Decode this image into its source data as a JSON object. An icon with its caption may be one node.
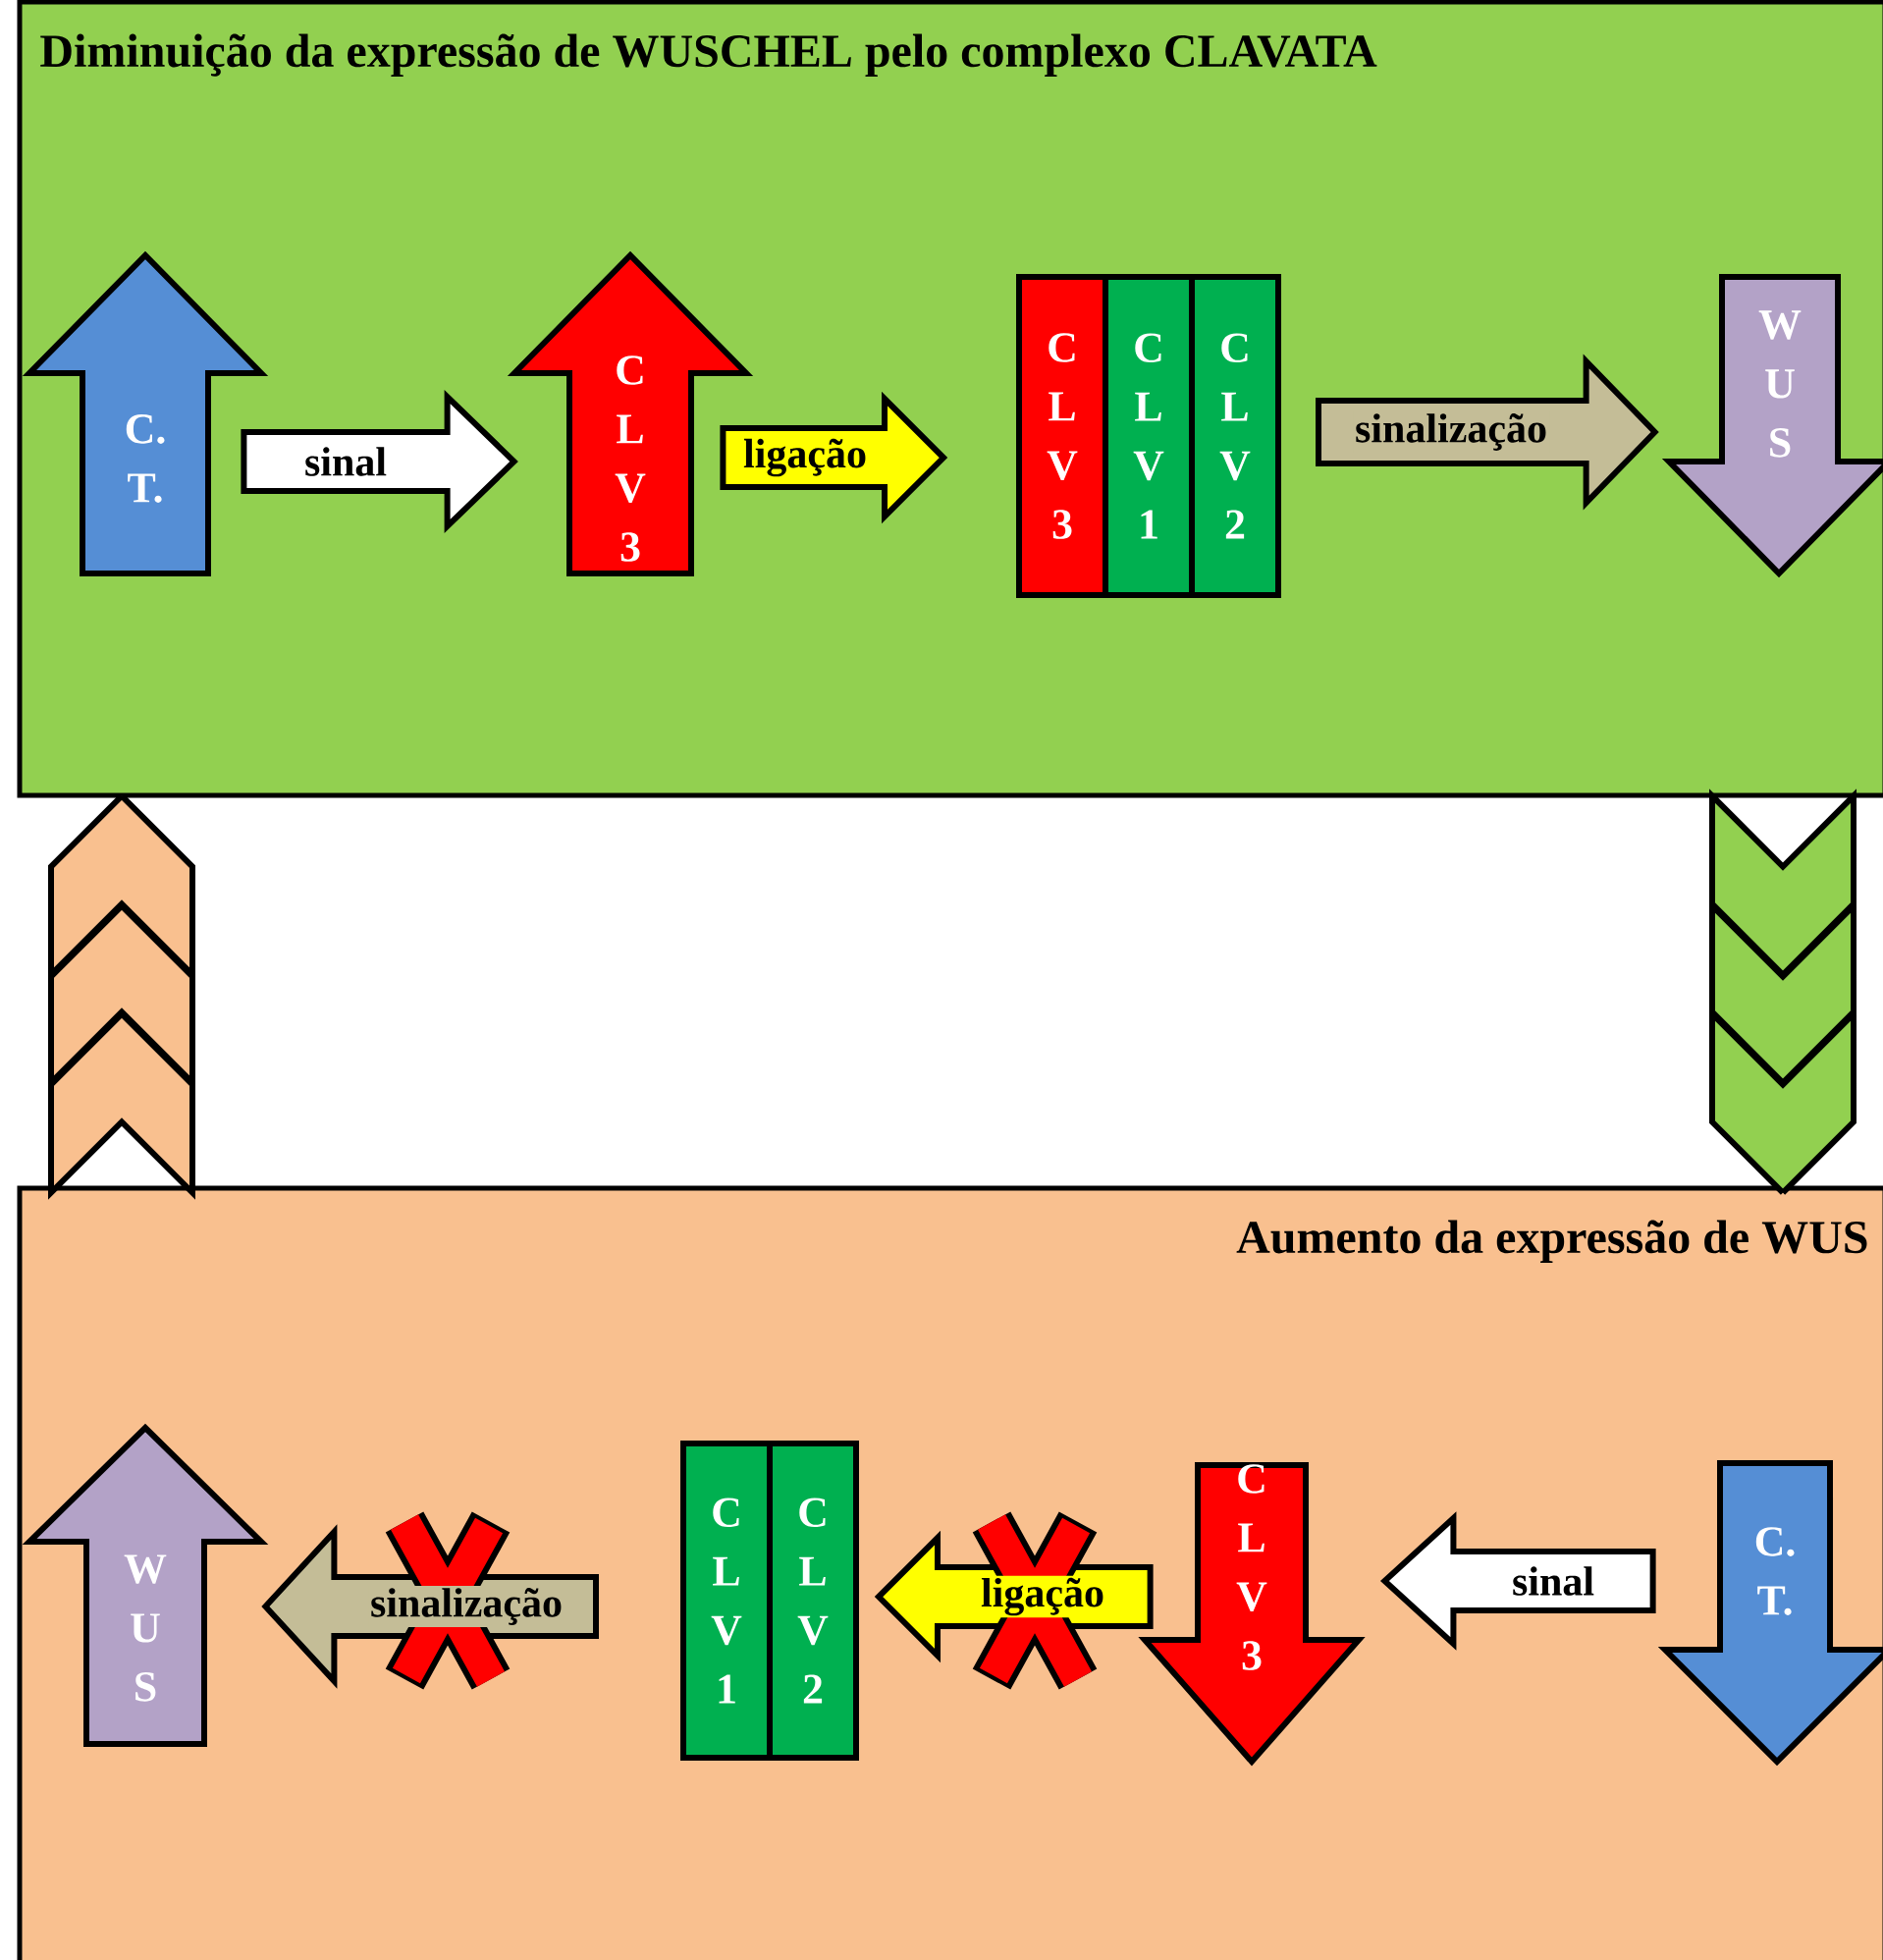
{
  "diagram": {
    "nodes": [
      {
        "text": [
          "Diminuição da expressão de WUSCHEL pelo complexo CLAVATA"
        ]
      },
      {
        "text": [
          "C. T."
        ],
        "in": 0
      },
      {
        "text": [
          "C L V 3"
        ],
        "in": 0
      },
      {
        "text": [
          "C L V 3"
        ],
        "in": 0
      },
      {
        "text": [
          "C L V 1"
        ],
        "in": 0
      },
      {
        "text": [
          "C L V 2"
        ],
        "in": 0
      },
      {
        "text": [
          "W U S"
        ],
        "in": 0
      },
      {
        "text": [
          "Aumento da expressão de WUS"
        ]
      },
      {
        "text": [
          "W U S"
        ],
        "in": 7
      },
      {
        "text": [
          "C L V 1"
        ],
        "in": 7
      },
      {
        "text": [
          "C L V 2"
        ],
        "in": 7
      },
      {
        "text": [
          "C L V 3"
        ],
        "in": 7
      },
      {
        "text": [
          "C. T."
        ],
        "in": 7
      }
    ],
    "edges": [
      {
        "from": 1,
        "to": 2,
        "arrow": "to",
        "label": "sinal"
      },
      {
        "from": 2,
        "to": 3,
        "arrow": "to",
        "label": "ligação"
      },
      {
        "from": 5,
        "to": 6,
        "arrow": "to",
        "label": "sinalização"
      },
      {
        "from": 7,
        "to": 0,
        "arrow": "to"
      },
      {
        "from": 0,
        "to": 7,
        "arrow": "to"
      },
      {
        "from": 12,
        "to": 11,
        "arrow": "to",
        "label": "sinal"
      },
      {
        "from": 11,
        "to": 10,
        "arrow": "to",
        "label": "ligação"
      },
      {
        "from": 9,
        "to": 8,
        "arrow": "to",
        "label": "sinalização"
      }
    ]
  }
}
